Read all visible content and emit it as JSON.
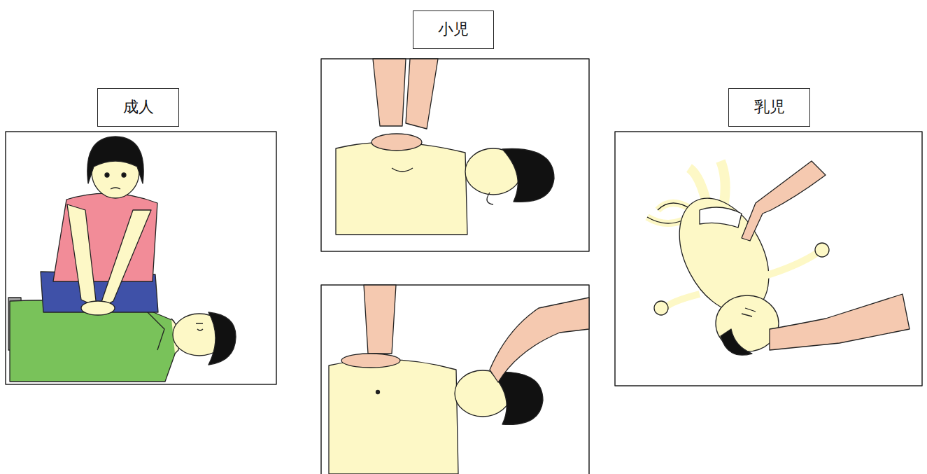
{
  "diagram": {
    "nodes": [
      {
        "text": [
          "成人"
        ]
      },
      {
        "text": [
          "小児"
        ]
      },
      {
        "text": [
          "乳児"
        ]
      }
    ]
  }
}
